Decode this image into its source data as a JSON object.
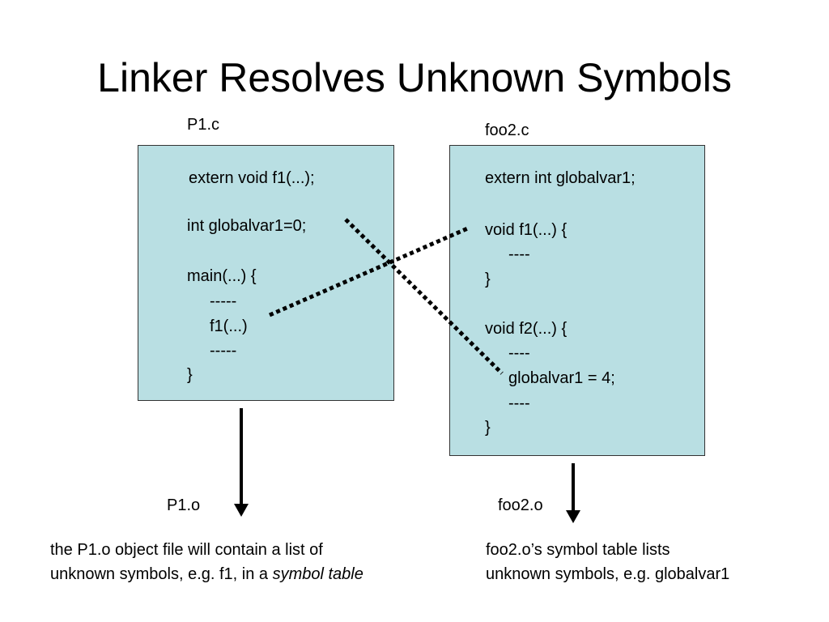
{
  "title": "Linker Resolves Unknown Symbols",
  "left": {
    "file_label": "P1.c",
    "code": {
      "line1": "extern void f1(...);",
      "line2": "int globalvar1=0;",
      "line3": "main(...) {",
      "line4": "-----",
      "line5": "f1(...)",
      "line6": "-----",
      "line7": "}"
    },
    "output_label": "P1.o",
    "note_line1": "the P1.o object file will contain a list of",
    "note_line2_prefix": "unknown symbols, e.g. f1, in a ",
    "note_line2_italic": "symbol table"
  },
  "right": {
    "file_label": "foo2.c",
    "code": {
      "line1": "extern int globalvar1;",
      "line2": "void f1(...) {",
      "line3": "----",
      "line4": "}",
      "line5": "void f2(...) {",
      "line6": "----",
      "line7": "globalvar1 = 4;",
      "line8": "----",
      "line9": "}"
    },
    "output_label": "foo2.o",
    "note_line1": "foo2.o’s symbol table lists",
    "note_line2": "unknown symbols, e.g. globalvar1"
  },
  "colors": {
    "box_fill": "#b9dfe3",
    "box_border": "#333333",
    "link_line": "#000000"
  }
}
